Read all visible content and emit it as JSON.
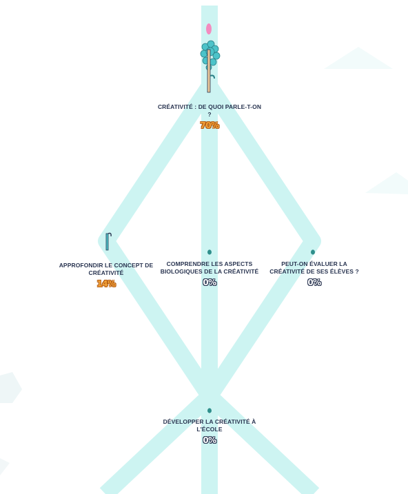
{
  "colors": {
    "path": "#cdf4f2",
    "node_dot": "#2f8f8c",
    "text": "#2a3551",
    "progress_orange": "#f2a23a",
    "leaf": "#4cc3c9",
    "petal": "#f48cc0"
  },
  "nodes": [
    {
      "title": "CRÉATIVITÉ : DE QUOI PARLE-T-ON ?",
      "percent": "70%",
      "progress": 0.7,
      "icon": "tree-icon"
    },
    {
      "title": "APPROFONDIR LE CONCEPT DE CRÉATIVITÉ",
      "percent": "14%",
      "progress": 0.14,
      "icon": "sprout-icon"
    },
    {
      "title": "COMPRENDRE LES ASPECTS BIOLOGIQUES DE LA CRÉATIVITÉ",
      "percent": "0%",
      "progress": 0,
      "icon": "seed-icon"
    },
    {
      "title": "PEUT-ON ÉVALUER LA CRÉATIVITÉ DE SES ÉLÈVES ?",
      "percent": "0%",
      "progress": 0,
      "icon": "seed-icon"
    },
    {
      "title": "DÉVELOPPER LA CRÉATIVITÉ À L'ÉCOLE",
      "percent": "0%",
      "progress": 0,
      "icon": "seed-icon"
    }
  ]
}
